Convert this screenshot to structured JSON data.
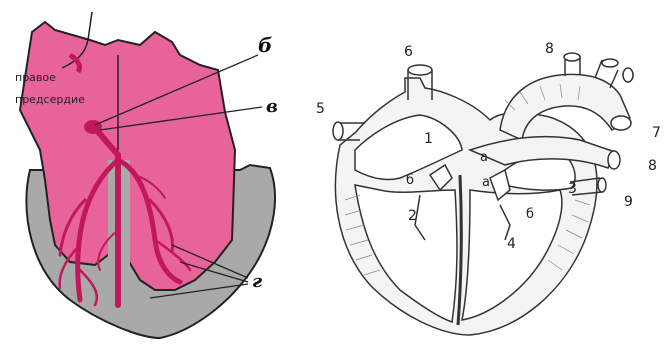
{
  "left_diagram": {
    "atrium_label_line1": "правое",
    "atrium_label_line2": "предсердие",
    "label_b": "б",
    "label_v": "в",
    "label_g": "г",
    "colors": {
      "pink": "#e8639a",
      "gray": "#a9a9a9",
      "red": "#c2185b"
    }
  },
  "right_diagram": {
    "labels": {
      "n1": "1",
      "n2": "2",
      "n3": "3",
      "n4": "4",
      "n5": "5",
      "n6": "6",
      "n7": "7",
      "n8a": "8",
      "n8b": "8",
      "n9": "9",
      "a1": "а",
      "a2": "а",
      "b1": "б",
      "b2": "б"
    }
  }
}
